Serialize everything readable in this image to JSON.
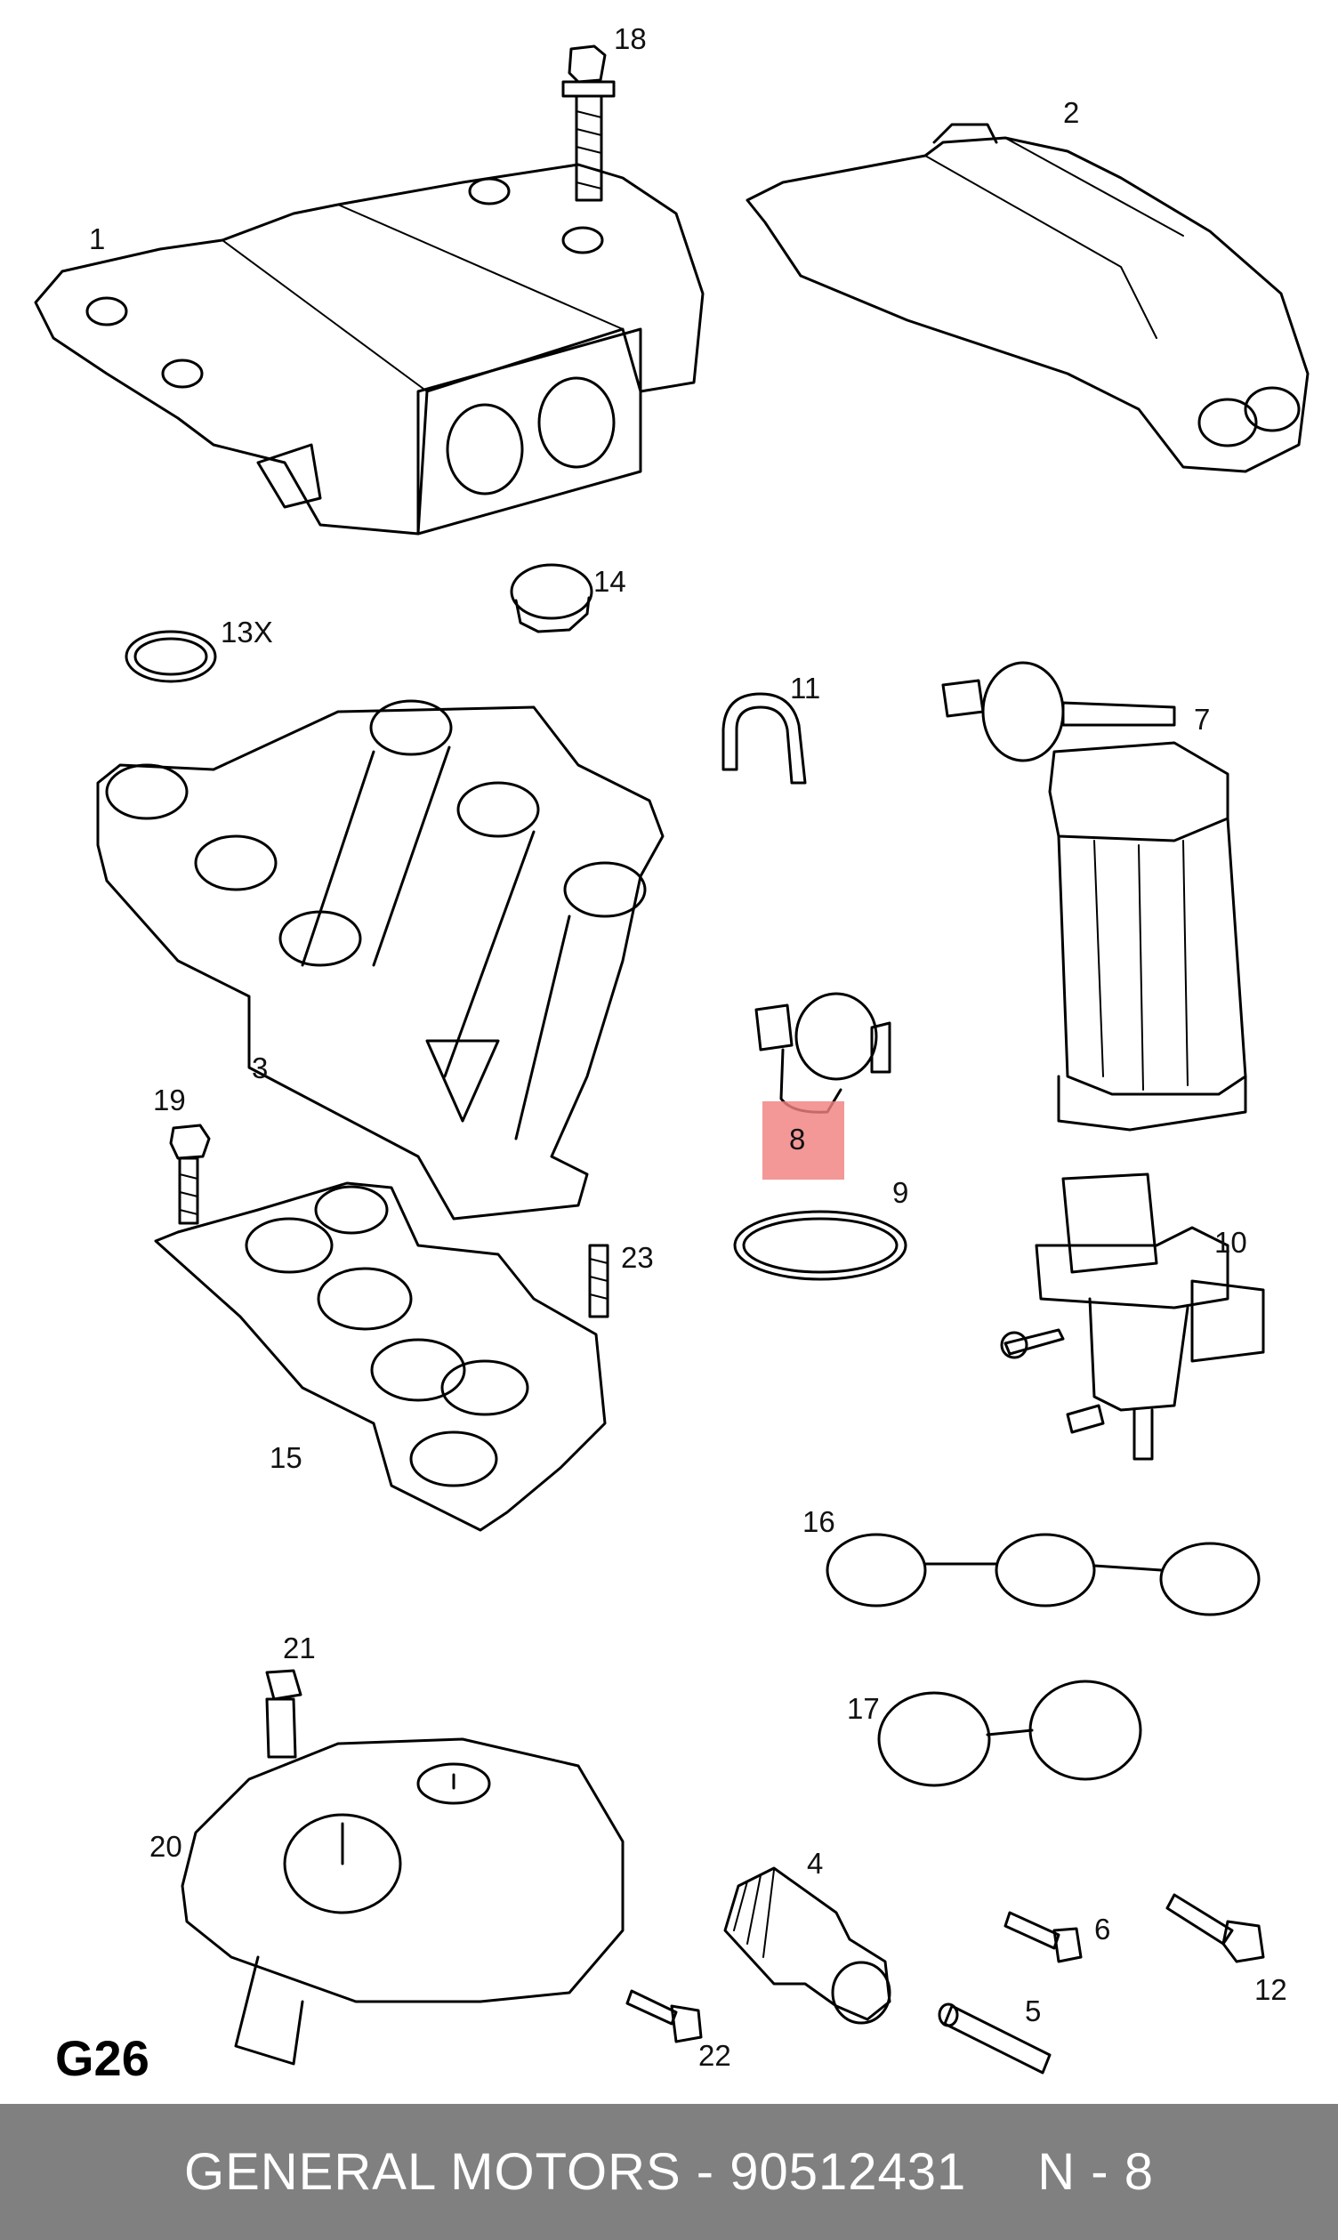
{
  "diagram": {
    "figure_code": "G26",
    "highlighted_callout": "8",
    "callouts": [
      {
        "id": "c1",
        "text": "1"
      },
      {
        "id": "c2",
        "text": "2"
      },
      {
        "id": "c3",
        "text": "3"
      },
      {
        "id": "c4",
        "text": "4"
      },
      {
        "id": "c5",
        "text": "5"
      },
      {
        "id": "c6",
        "text": "6"
      },
      {
        "id": "c7",
        "text": "7"
      },
      {
        "id": "c8",
        "text": "8"
      },
      {
        "id": "c9",
        "text": "9"
      },
      {
        "id": "c10",
        "text": "10"
      },
      {
        "id": "c11",
        "text": "11"
      },
      {
        "id": "c12",
        "text": "12"
      },
      {
        "id": "c13x",
        "text": "13X"
      },
      {
        "id": "c14",
        "text": "14"
      },
      {
        "id": "c15",
        "text": "15"
      },
      {
        "id": "c16",
        "text": "16"
      },
      {
        "id": "c17",
        "text": "17"
      },
      {
        "id": "c18",
        "text": "18"
      },
      {
        "id": "c19",
        "text": "19"
      },
      {
        "id": "c20",
        "text": "20"
      },
      {
        "id": "c21",
        "text": "21"
      },
      {
        "id": "c22",
        "text": "22"
      },
      {
        "id": "c23",
        "text": "23"
      }
    ]
  },
  "footer": {
    "brand": "GENERAL MOTORS",
    "separator": "-",
    "part_number": "90512431",
    "position": "N - 8"
  },
  "colors": {
    "footer_background": "#808080",
    "footer_text": "#ffffff",
    "highlight": "#f08080"
  }
}
